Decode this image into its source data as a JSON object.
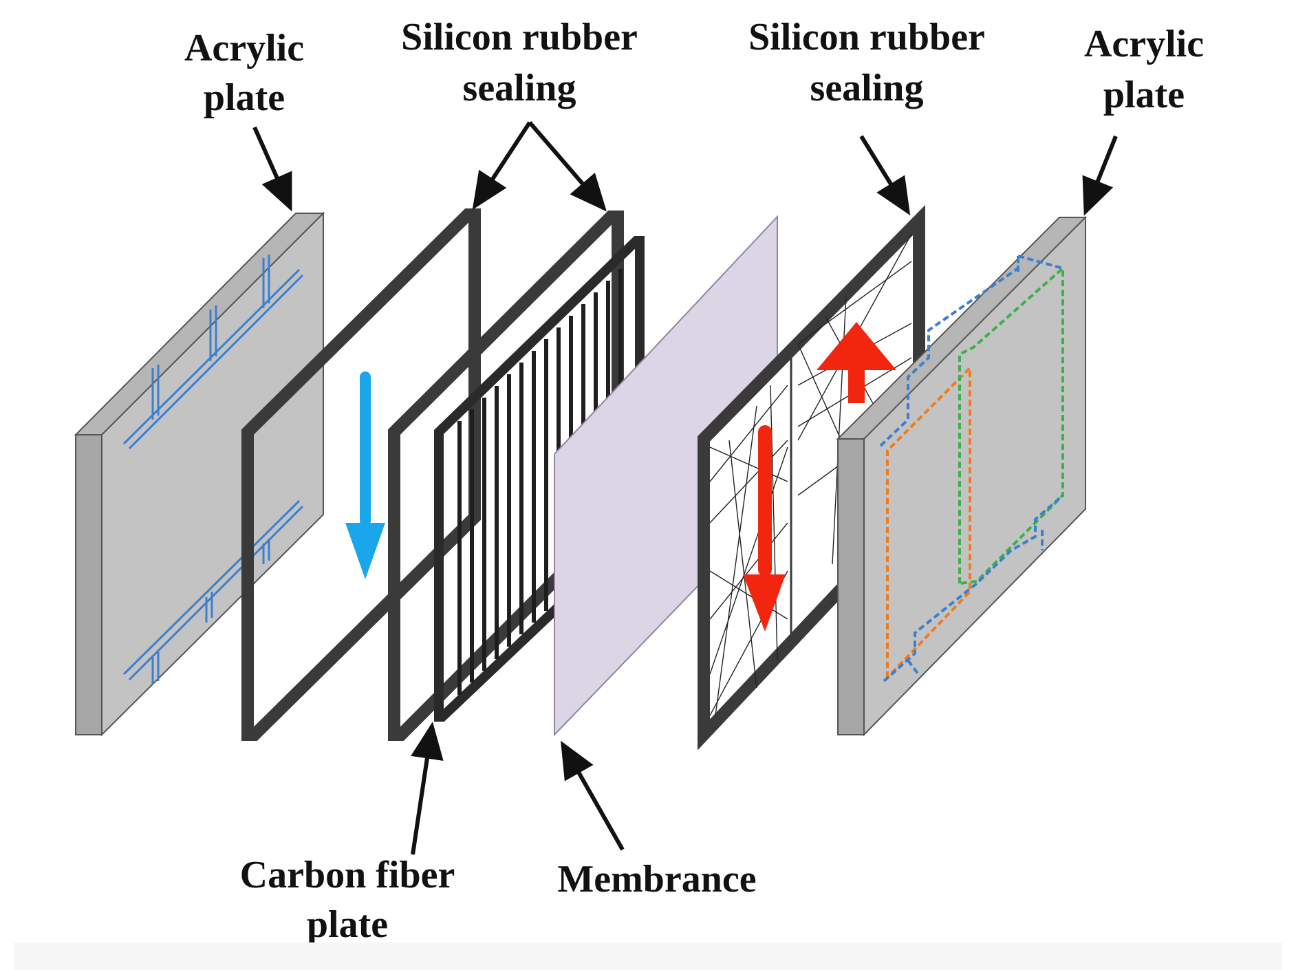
{
  "labels": {
    "acrylic_left": [
      "Acrylic",
      "plate"
    ],
    "silicon_left": [
      "Silicon rubber",
      "sealing"
    ],
    "silicon_right": [
      "Silicon rubber",
      "sealing"
    ],
    "acrylic_right": [
      "Acrylic",
      "plate"
    ],
    "carbon_fiber": [
      "Carbon fiber",
      "plate"
    ],
    "membrance": [
      "Membrance"
    ]
  },
  "colors": {
    "plate_face": "#c3c3c3",
    "plate_side": "#a6a6a6",
    "frame": "#3a3a3a",
    "membrane": "#dcd5e6",
    "cold_flow_arrow": "#1aa6ea",
    "hot_flow_arrow": "#f2260f",
    "channel_blue": "#3b7fd0",
    "dash_orange": "#ef7b1f",
    "dash_green": "#3ab14a",
    "dash_blue": "#3b7fd0"
  },
  "icons": {
    "cold_flow": "arrow-down-icon",
    "hot_flow_down": "arrow-down-icon",
    "hot_flow_up": "arrow-up-icon",
    "leader": "pointer-arrow-icon"
  }
}
